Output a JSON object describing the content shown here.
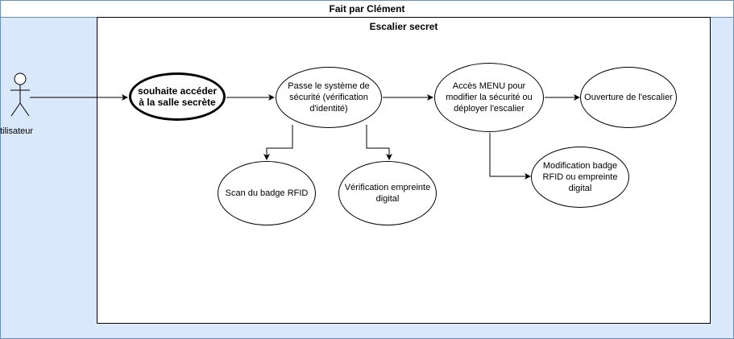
{
  "outer_title": "Fait par Clément",
  "inner_title": "Escalier secret",
  "actor": {
    "label": "utilisateur"
  },
  "nodes": {
    "souhaite": "souhaite accéder à la salle secrète",
    "securite": "Passe le système de sécurité (vérification d'identité)",
    "menu": "Accès MENU pour modifier la sécurité ou déployer l'escalier",
    "ouverture": "Ouverture de l'escalier",
    "badge": "Scan du badge RFID",
    "empreinte": "Vérification empreinte digital",
    "modification": "Modification badge RFID ou empreinte digital"
  },
  "colors": {
    "outer_fill": "#dae8fc",
    "outer_stroke": "#6c8ebf",
    "line": "#000000"
  }
}
